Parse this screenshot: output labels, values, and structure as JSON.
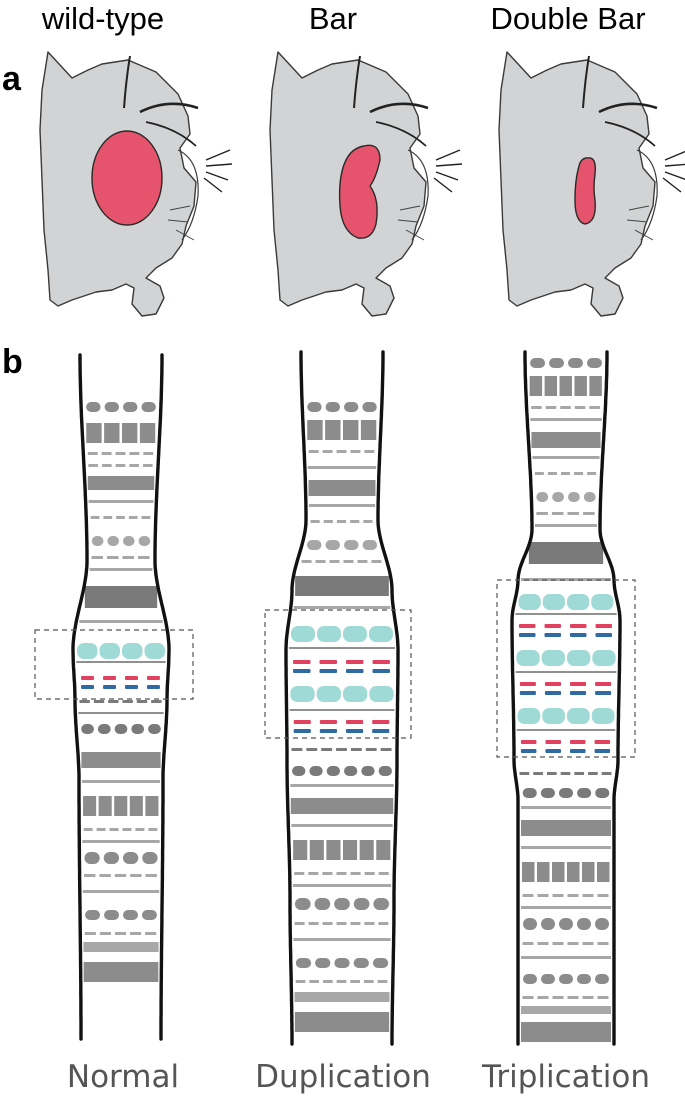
{
  "titles": {
    "wild_type": "wild-type",
    "bar": "Bar",
    "double_bar": "Double Bar"
  },
  "panel_labels": {
    "a": "a",
    "b": "b"
  },
  "chromosome_labels": {
    "normal": "Normal",
    "duplication": "Duplication",
    "triplication": "Triplication"
  },
  "colors": {
    "head": "#d1d3d4",
    "eye": "#e5546c",
    "band_dark": "#7a7a7a",
    "band_mid": "#8c8c8c",
    "band_light": "#a7a7a7",
    "bar_region": "#9fdad6",
    "dash_red": "#e1415f",
    "dash_blue": "#2f6aa3"
  }
}
